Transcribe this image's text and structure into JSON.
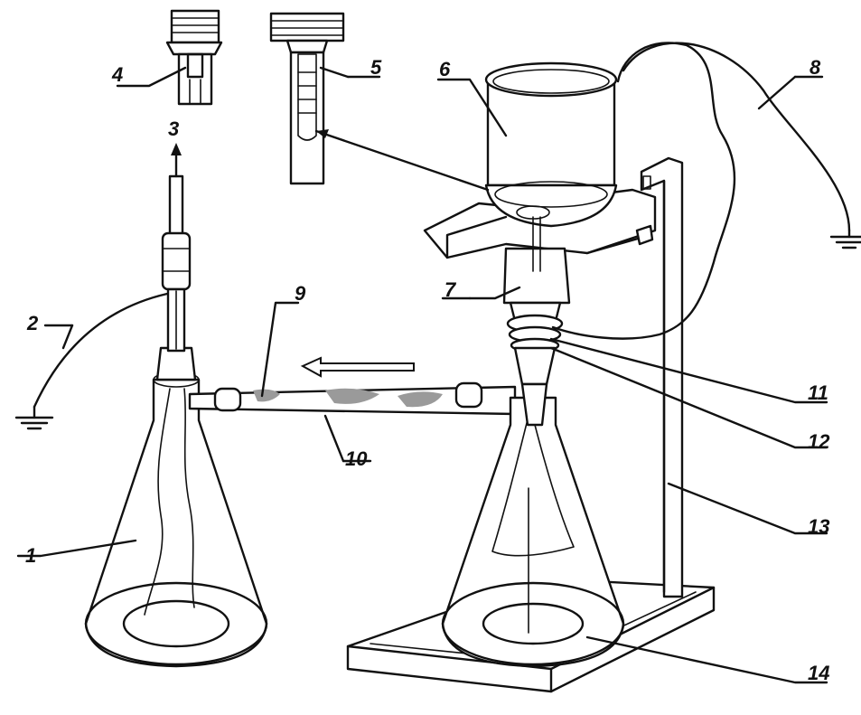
{
  "figure": {
    "labels": [
      "1",
      "2",
      "3",
      "4",
      "5",
      "6",
      "7",
      "8",
      "9",
      "10",
      "11",
      "12",
      "13",
      "14"
    ]
  }
}
